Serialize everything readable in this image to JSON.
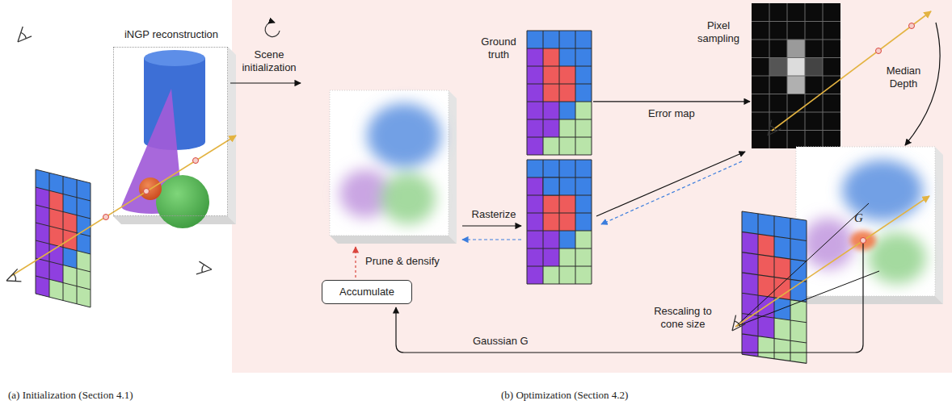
{
  "diagram": {
    "nodes": [
      {
        "text": [
          "iNGP reconstruction"
        ]
      },
      {
        "text": [
          "Ground truth"
        ]
      },
      {
        "text": [
          "Pixel sampling"
        ]
      },
      {
        "text": [
          "Accumulate"
        ]
      }
    ],
    "edges": [
      {
        "from": 1,
        "to": 2,
        "arrow": "to",
        "label": "Error map"
      }
    ],
    "labels": [
      "Scene initialization",
      "Rasterize",
      "Median Depth",
      "Rescaling to cone size",
      "G",
      "Gaussian G",
      "Prune & densify",
      "(a) Initialization (Section 4.1)",
      "(b) Optimization (Section 4.2)"
    ]
  }
}
